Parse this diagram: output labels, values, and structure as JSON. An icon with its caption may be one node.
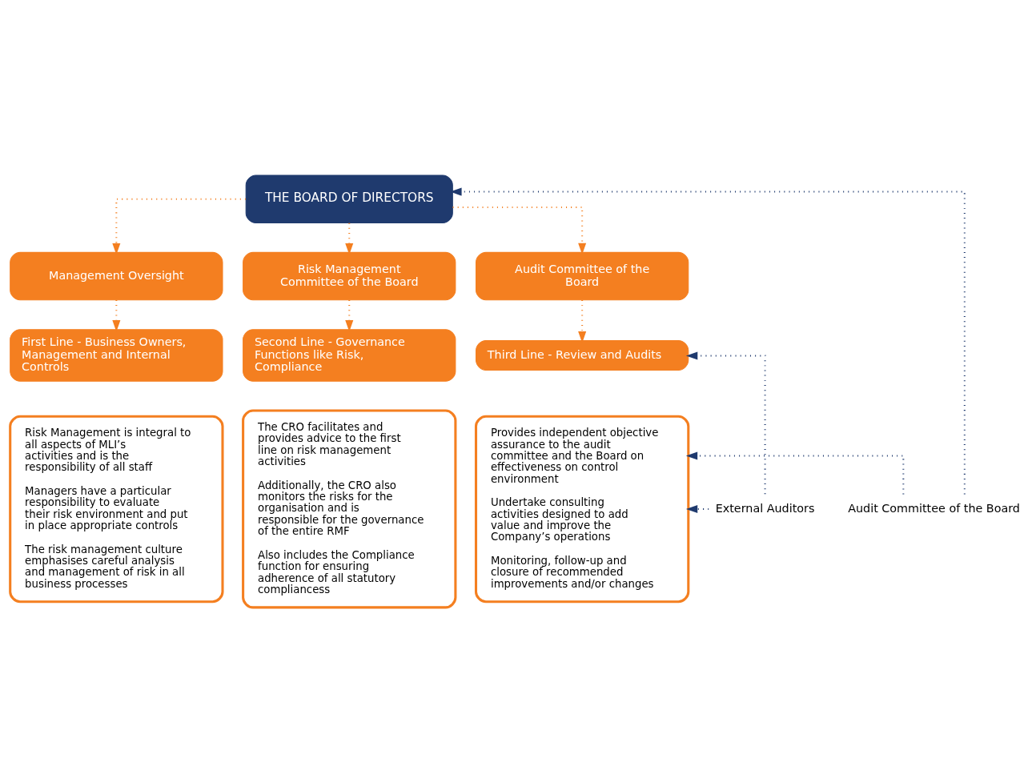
{
  "diagram": {
    "nodes": [
      {
        "text": [
          "THE BOARD OF DIRECTORS"
        ]
      },
      {
        "text": [
          "Management Oversight"
        ]
      },
      {
        "text": [
          "Risk Management Committee of the Board"
        ]
      },
      {
        "text": [
          "Audit Committee of the Board"
        ]
      },
      {
        "text": [
          "First Line - Business Owners, Management and Internal Controls"
        ]
      },
      {
        "text": [
          "Risk Management is integral to all aspects of MLI’s activities and is the responsibility of all staff",
          "Managers have a particular responsibility to evaluate their risk environment and put in place appropriate controls",
          "The risk management culture emphasises careful analysis and management of risk in all business processes"
        ]
      },
      {
        "text": [
          "Second Line - Governance Functions like Risk, Compliance"
        ]
      },
      {
        "text": [
          "The CRO facilitates and provides advice to the first line on risk management activities",
          "Additionally, the CRO also monitors the risks for the organisation and is responsible for the governance of the entire RMF",
          "Also includes the Compliance function for ensuring adherence of all statutory compliancess"
        ]
      },
      {
        "text": [
          "Third Line - Review and Audits"
        ]
      },
      {
        "text": [
          "Provides independent objective assurance to the audit committee and the Board on effectiveness on control environment",
          "Undertake consulting activities designed to add value and improve the Company’s operations",
          "Monitoring, follow-up and closure of recommended improvements and/or changes"
        ]
      },
      {
        "text": [
          "Audit Committee of the Board"
        ]
      },
      {
        "text": [
          "External Auditors"
        ]
      }
    ],
    "edges": [
      {
        "from": 0,
        "to": 1,
        "arrow": "to"
      },
      {
        "from": 0,
        "to": 2,
        "arrow": "to"
      },
      {
        "from": 0,
        "to": 3,
        "arrow": "to"
      },
      {
        "from": 1,
        "to": 4,
        "arrow": "to"
      },
      {
        "from": 2,
        "to": 6,
        "arrow": "to"
      },
      {
        "from": 3,
        "to": 8,
        "arrow": "to"
      },
      {
        "from": 11,
        "to": 8,
        "arrow": "to",
        "color": "#1f3a6e"
      },
      {
        "from": 11,
        "to": 9,
        "arrow": "to",
        "color": "#1f3a6e"
      },
      {
        "from": 10,
        "to": 0,
        "arrow": "to",
        "color": "#1f3a6e"
      },
      {
        "from": 10,
        "to": 9,
        "arrow": "to",
        "color": "#1f3a6e"
      }
    ]
  }
}
